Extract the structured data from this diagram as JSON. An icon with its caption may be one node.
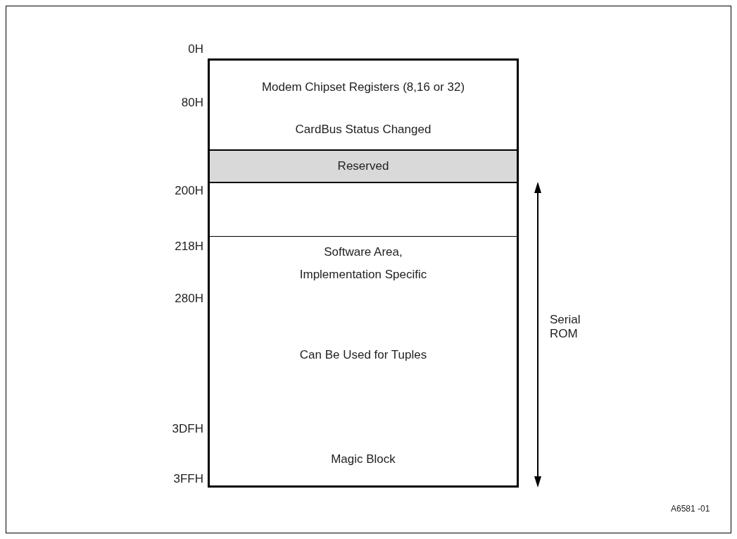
{
  "diagram": {
    "nodes": [
      {
        "text": [
          "Modem Chipset Registers (8,16 or 32)",
          "CardBus Status Changed"
        ]
      },
      {
        "text": [
          "Reserved"
        ]
      },
      {
        "text": [],
        "shape": "box"
      },
      {
        "text": [
          "Software Area, Implementation Specific",
          "Can Be Used for Tuples",
          "Magic Block"
        ]
      }
    ],
    "edges": [],
    "labels": [
      "0H",
      "80H",
      "200H",
      "218H",
      "280H",
      "3DFH",
      "3FFH",
      "Serial ROM",
      "A6581 -01"
    ]
  }
}
